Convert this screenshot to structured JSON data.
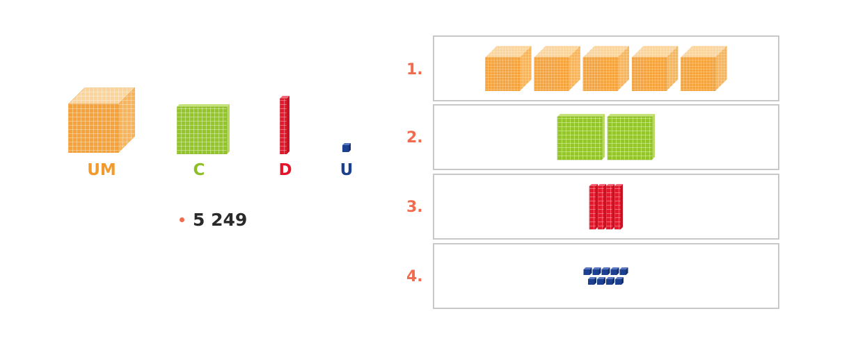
{
  "legend": [
    {
      "id": "um",
      "label": "UM",
      "color": "#f39a2c"
    },
    {
      "id": "c",
      "label": "C",
      "color": "#8cbf26"
    },
    {
      "id": "d",
      "label": "D",
      "color": "#e5132a"
    },
    {
      "id": "u",
      "label": "U",
      "color": "#1c3f8f"
    }
  ],
  "number": {
    "value": "5 249",
    "bullet_color": "#f26b4f"
  },
  "rows": [
    {
      "number": "1.",
      "type": "thousand-cube",
      "count": 5
    },
    {
      "number": "2.",
      "type": "hundred-flat",
      "count": 2
    },
    {
      "number": "3.",
      "type": "ten-rod",
      "count": 4
    },
    {
      "number": "4.",
      "type": "unit-cube",
      "count": 9
    }
  ],
  "colors": {
    "row_number": "#f26b4f",
    "box_border": "#c8c8c8",
    "text": "#2a2a2a"
  }
}
